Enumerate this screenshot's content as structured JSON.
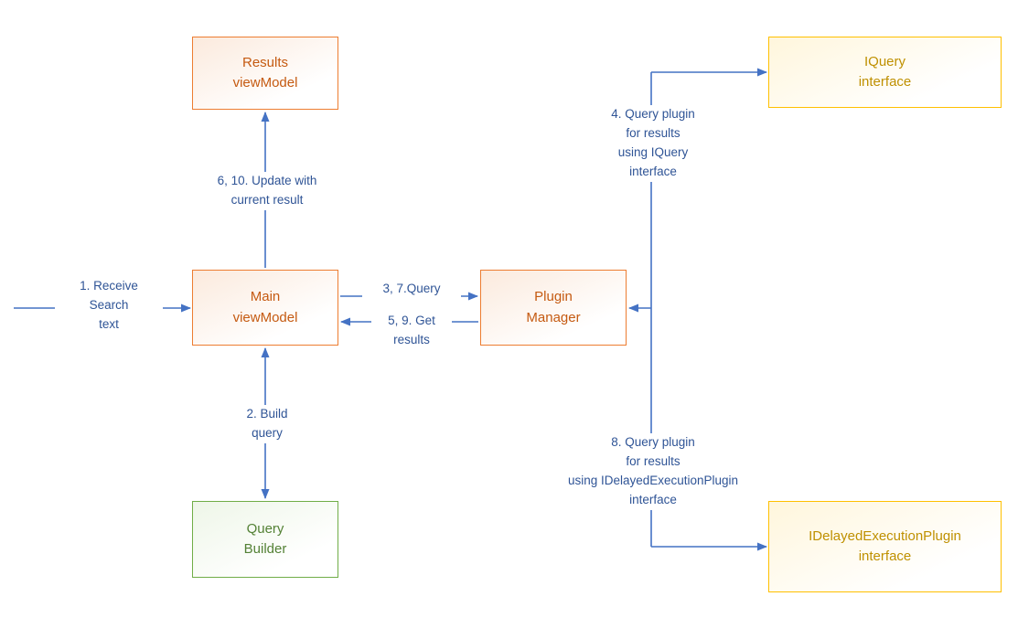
{
  "nodes": {
    "results_viewmodel": {
      "label": "Results\nviewModel"
    },
    "iquery_interface": {
      "label": "IQuery\ninterface"
    },
    "main_viewmodel": {
      "label": "Main\nviewModel"
    },
    "plugin_manager": {
      "label": "Plugin\nManager"
    },
    "query_builder": {
      "label": "Query\nBuilder"
    },
    "idelayedexecutionplugin_interface": {
      "label": "IDelayedExecutionPlugin\ninterface"
    }
  },
  "edges": {
    "receive_search_text": {
      "label": "1. Receive\nSearch\ntext"
    },
    "build_query": {
      "label": "2. Build\nquery"
    },
    "query": {
      "label": "3, 7.Query"
    },
    "query_plugin_iquery": {
      "label": "4. Query plugin\nfor results\nusing IQuery\ninterface"
    },
    "get_results": {
      "label": "5, 9. Get\nresults"
    },
    "update_with_current_result": {
      "label": "6, 10. Update with\ncurrent result"
    },
    "query_plugin_idelayed": {
      "label": "8. Query plugin\nfor results\nusing IDelayedExecutionPlugin\ninterface"
    }
  },
  "colors": {
    "arrow": "#4472C4",
    "label_text": "#2F5496",
    "orange_border": "#ED7D31",
    "orange_text": "#C55A11",
    "orange_fill": "#FBEADD",
    "green_border": "#70AD47",
    "green_text": "#538135",
    "green_fill": "#EEF6E8",
    "gold_border": "#FFC000",
    "gold_text": "#BF9000",
    "gold_fill": "#FFF6DC"
  }
}
